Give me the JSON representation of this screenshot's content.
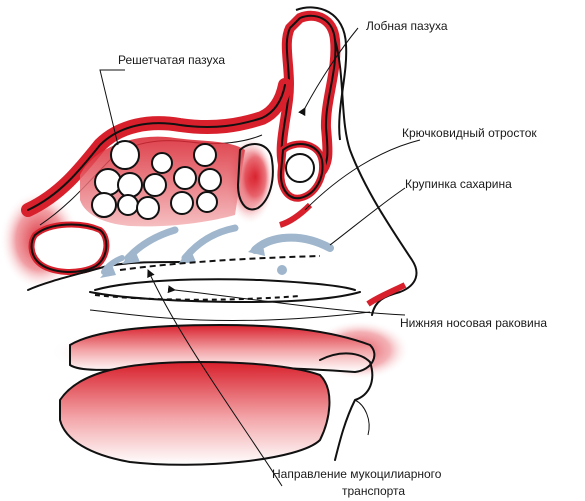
{
  "colors": {
    "mucosa": "#d8202c",
    "mucosa_light": "#f2a6a8",
    "outline": "#111111",
    "flow_arrow": "#9fb6cc",
    "background": "#ffffff"
  },
  "labels": {
    "frontal_sinus": "Лобная пазуха",
    "ethmoid_sinus": "Решетчатая пазуха",
    "uncinate_process": "Крючковидный отросток",
    "saccharin_particle": "Крупинка сахарина",
    "inferior_turbinate": "Нижняя носовая раковина",
    "mucociliary_direction_line1": "Направление мукоцилиарного",
    "mucociliary_direction_line2": "транспорта"
  }
}
